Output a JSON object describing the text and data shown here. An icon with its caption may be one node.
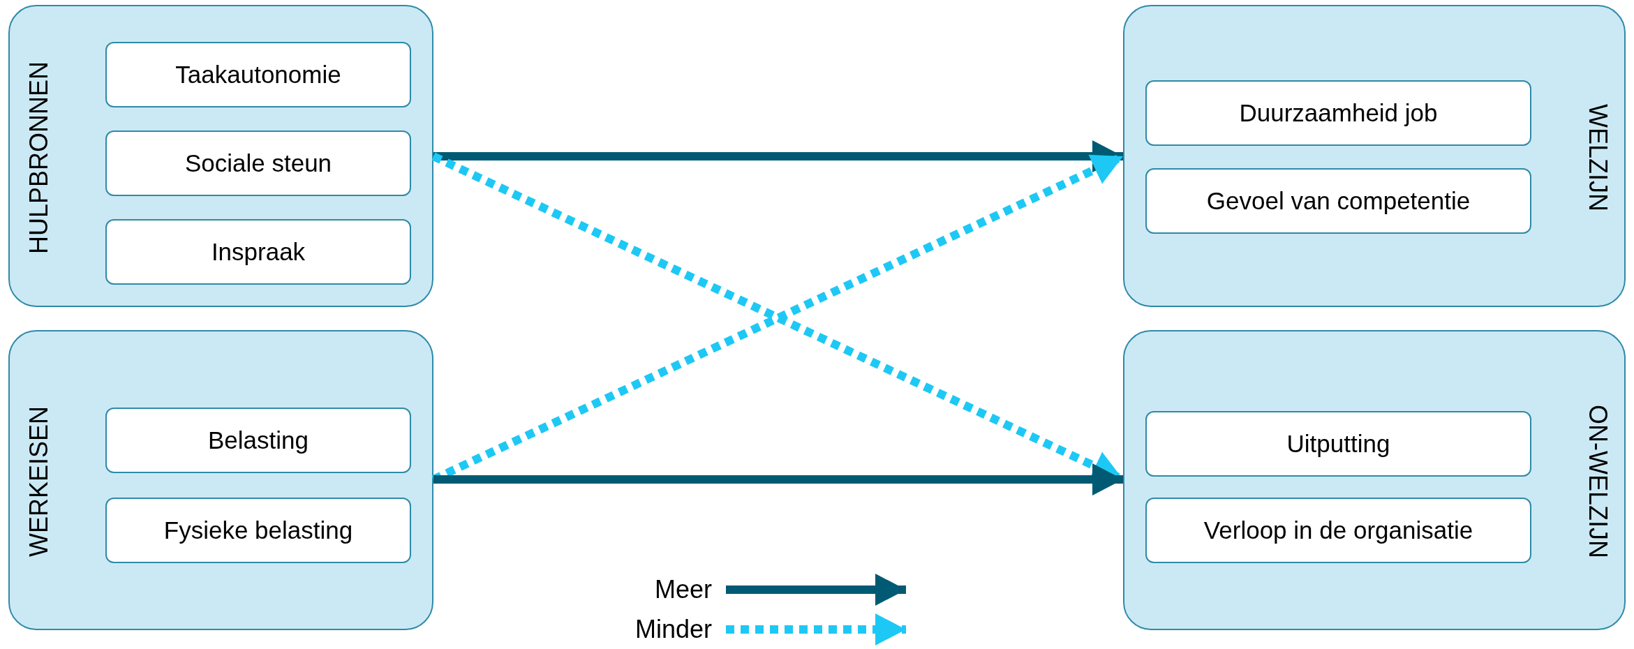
{
  "diagram": {
    "nodes": [
      {
        "text": [
          "HULPBRONNEN"
        ]
      },
      {
        "text": [
          "Taakautonomie"
        ],
        "in": 0
      },
      {
        "text": [
          "Sociale steun"
        ],
        "in": 0
      },
      {
        "text": [
          "Inspraak"
        ],
        "in": 0
      },
      {
        "text": [
          "WELZIJN"
        ]
      },
      {
        "text": [
          "Duurzaamheid job"
        ],
        "in": 4
      },
      {
        "text": [
          "Gevoel van competentie"
        ],
        "in": 4
      },
      {
        "text": [
          "WERKEISEN"
        ]
      },
      {
        "text": [
          "Belasting"
        ],
        "in": 7
      },
      {
        "text": [
          "Fysieke belasting"
        ],
        "in": 7
      },
      {
        "text": [
          "ON-WELZIJN"
        ]
      },
      {
        "text": [
          "Uitputting"
        ],
        "in": 10
      },
      {
        "text": [
          "Verloop in de organisatie"
        ],
        "in": 10
      }
    ],
    "edges": [
      {
        "from": 0,
        "to": 4,
        "arrow": "to"
      },
      {
        "from": 0,
        "to": 10,
        "arrow": "to",
        "style": "dashed",
        "color": "#1ec8f5"
      },
      {
        "from": 7,
        "to": 4,
        "arrow": "to",
        "style": "dashed",
        "color": "#1ec8f5"
      },
      {
        "from": 7,
        "to": 10,
        "arrow": "to"
      }
    ],
    "legend": [
      {
        "text": "Meer"
      },
      {
        "text": "Minder"
      }
    ]
  }
}
